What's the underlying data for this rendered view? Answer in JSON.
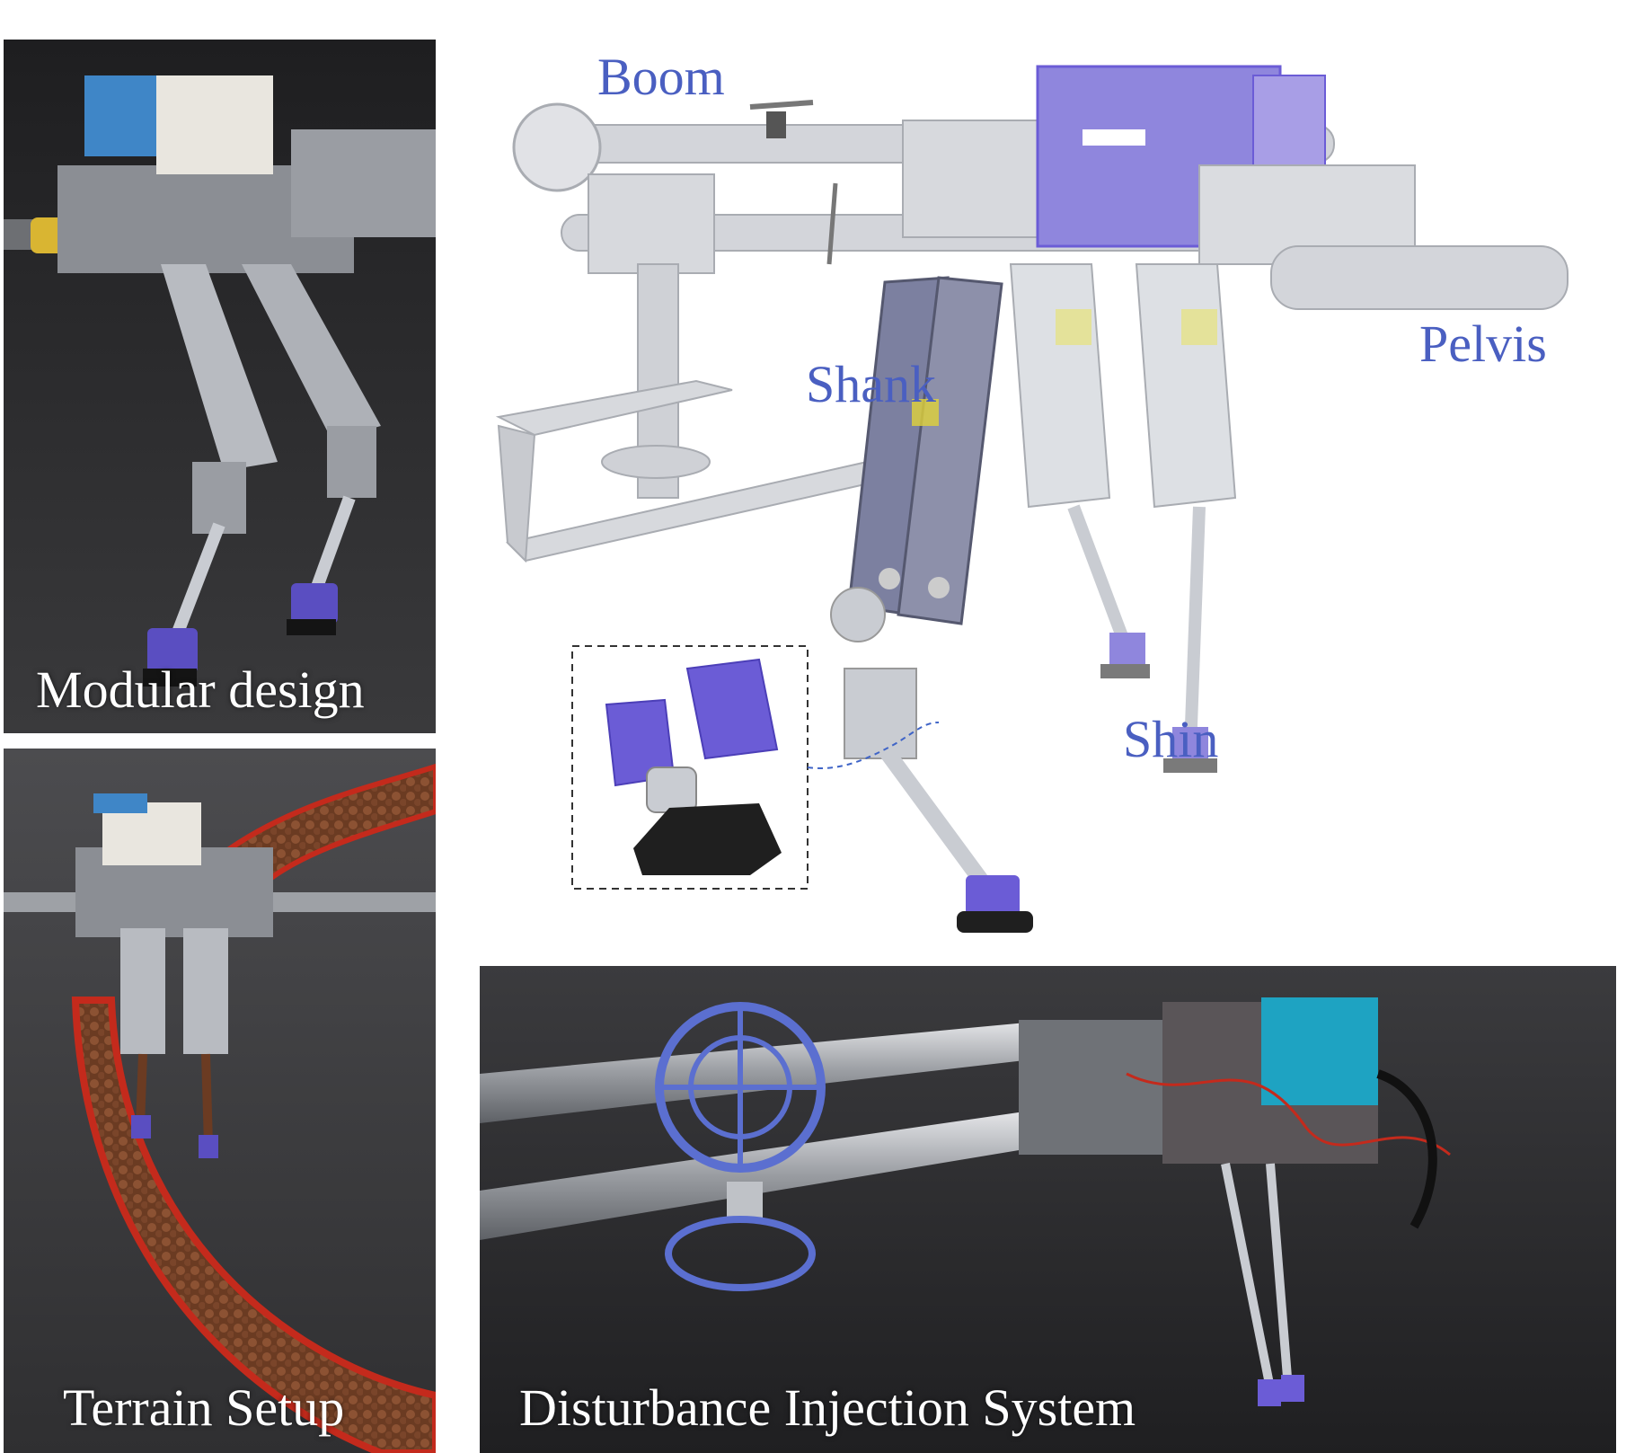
{
  "panels": {
    "modular": {
      "caption": "Modular design"
    },
    "terrain": {
      "caption": "Terrain Setup"
    },
    "disturbance": {
      "caption": "Disturbance Injection System"
    }
  },
  "cad_labels": {
    "boom": "Boom",
    "shank": "Shank",
    "pelvis": "Pelvis",
    "shin": "Shin"
  },
  "colors": {
    "label_blue": "#4a5fc1",
    "part_purple": "#6b5cd6",
    "metal": "#c9ccd2",
    "dark_bg": "#2a2a2c",
    "teal_box": "#1ea3c2"
  }
}
